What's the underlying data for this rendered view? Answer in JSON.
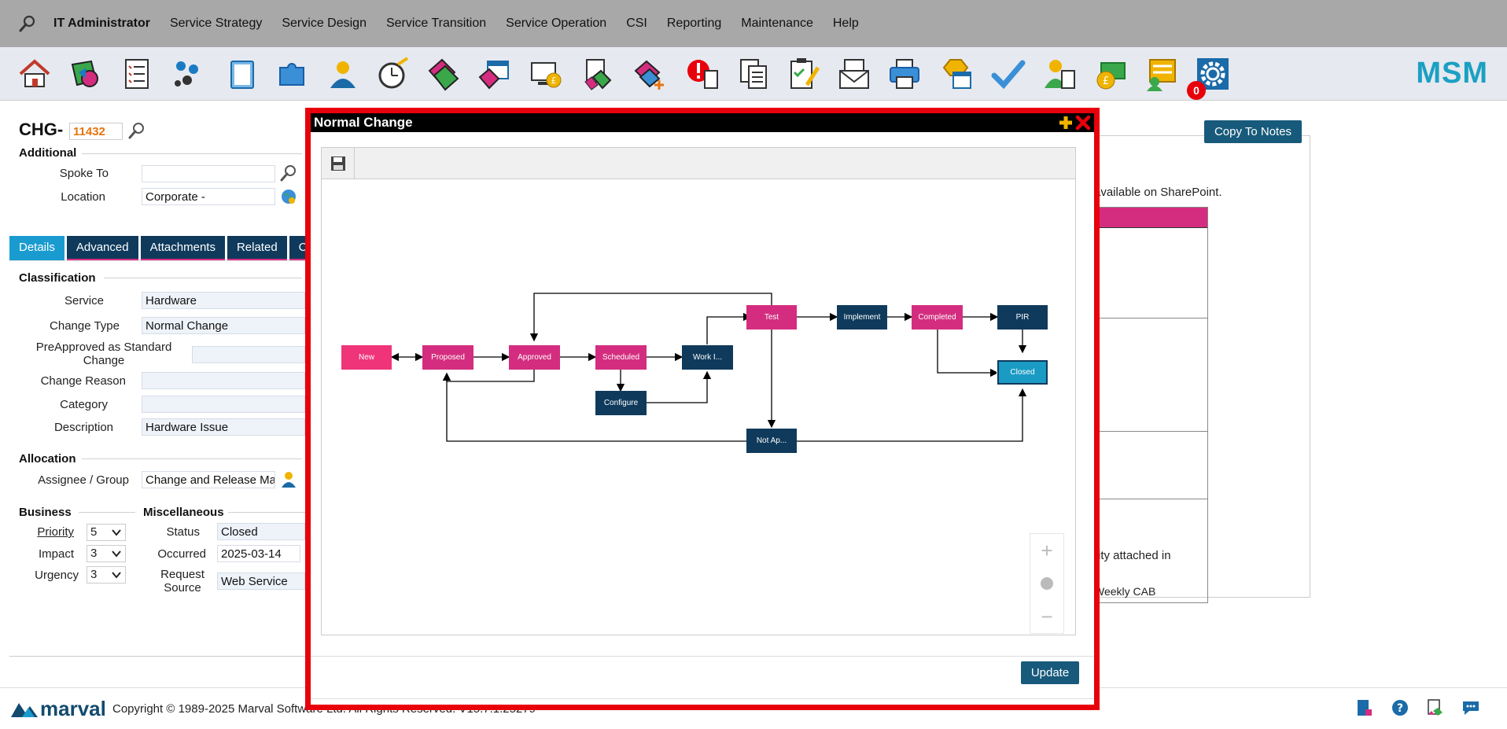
{
  "topmenu": {
    "items": [
      "IT Administrator",
      "Service Strategy",
      "Service Design",
      "Service Transition",
      "Service Operation",
      "CSI",
      "Reporting",
      "Maintenance",
      "Help"
    ]
  },
  "toolbar": {
    "badge_count": "0",
    "logo": "MSM"
  },
  "request": {
    "type_prefix": "CHG-",
    "number": "11432"
  },
  "additional": {
    "heading": "Additional",
    "spoke_to_label": "Spoke To",
    "spoke_to_value": "",
    "location_label": "Location",
    "location_value": "Corporate -"
  },
  "tabs": [
    "Details",
    "Advanced",
    "Attachments",
    "Related",
    "C"
  ],
  "classification": {
    "heading": "Classification",
    "service_label": "Service",
    "service_value": "Hardware",
    "change_type_label": "Change Type",
    "change_type_value": "Normal Change",
    "preapproved_label_1": "PreApproved as Standard",
    "preapproved_label_2": "Change",
    "change_reason_label": "Change Reason",
    "category_label": "Category",
    "description_label": "Description",
    "description_value": "Hardware Issue"
  },
  "allocation": {
    "heading": "Allocation",
    "assignee_label": "Assignee / Group",
    "assignee_value": "Change and Release Ma"
  },
  "business": {
    "heading": "Business",
    "priority_label": "Priority",
    "priority_value": "5",
    "impact_label": "Impact",
    "impact_value": "3",
    "urgency_label": "Urgency",
    "urgency_value": "3"
  },
  "misc": {
    "heading": "Miscellaneous",
    "status_label": "Status",
    "status_value": "Closed",
    "occurred_label": "Occurred",
    "occurred_value": "2025-03-14",
    "source_label_1": "Request",
    "source_label_2": "Source",
    "source_value": "Web Service"
  },
  "right_panel": {
    "copy_button": "Copy To Notes",
    "text_1": "available on SharePoint.",
    "text_2": "rity attached in",
    "text_3": "Weekly CAB"
  },
  "modal": {
    "title": "Normal Change",
    "update_button": "Update",
    "workflow": {
      "states": [
        {
          "id": "new",
          "label": "New",
          "color": "#f0347a"
        },
        {
          "id": "proposed",
          "label": "Proposed",
          "color": "#d42d7f"
        },
        {
          "id": "approved",
          "label": "Approved",
          "color": "#d42d7f"
        },
        {
          "id": "scheduled",
          "label": "Scheduled",
          "color": "#d42d7f"
        },
        {
          "id": "configure",
          "label": "Configure",
          "color": "#0f3a5c"
        },
        {
          "id": "work",
          "label": "Work I...",
          "color": "#0f3a5c"
        },
        {
          "id": "test",
          "label": "Test",
          "color": "#d42d7f"
        },
        {
          "id": "implement",
          "label": "Implement",
          "color": "#0f3a5c"
        },
        {
          "id": "completed",
          "label": "Completed",
          "color": "#d42d7f"
        },
        {
          "id": "pir",
          "label": "PIR",
          "color": "#0f3a5c"
        },
        {
          "id": "closed",
          "label": "Closed",
          "color": "#1a9bc4"
        },
        {
          "id": "notap",
          "label": "Not Ap...",
          "color": "#0f3a5c"
        }
      ]
    }
  },
  "footer": {
    "brand": "marval",
    "copyright": "Copyright © 1989-2025 Marval Software Ltd. All Rights Reserved. V15.7.1.25279"
  },
  "colors": {
    "pink": "#d42d7f",
    "navy": "#0f3a5c",
    "cyan": "#1a9bc4",
    "red_border": "#e8000b",
    "button": "#175a7b"
  }
}
